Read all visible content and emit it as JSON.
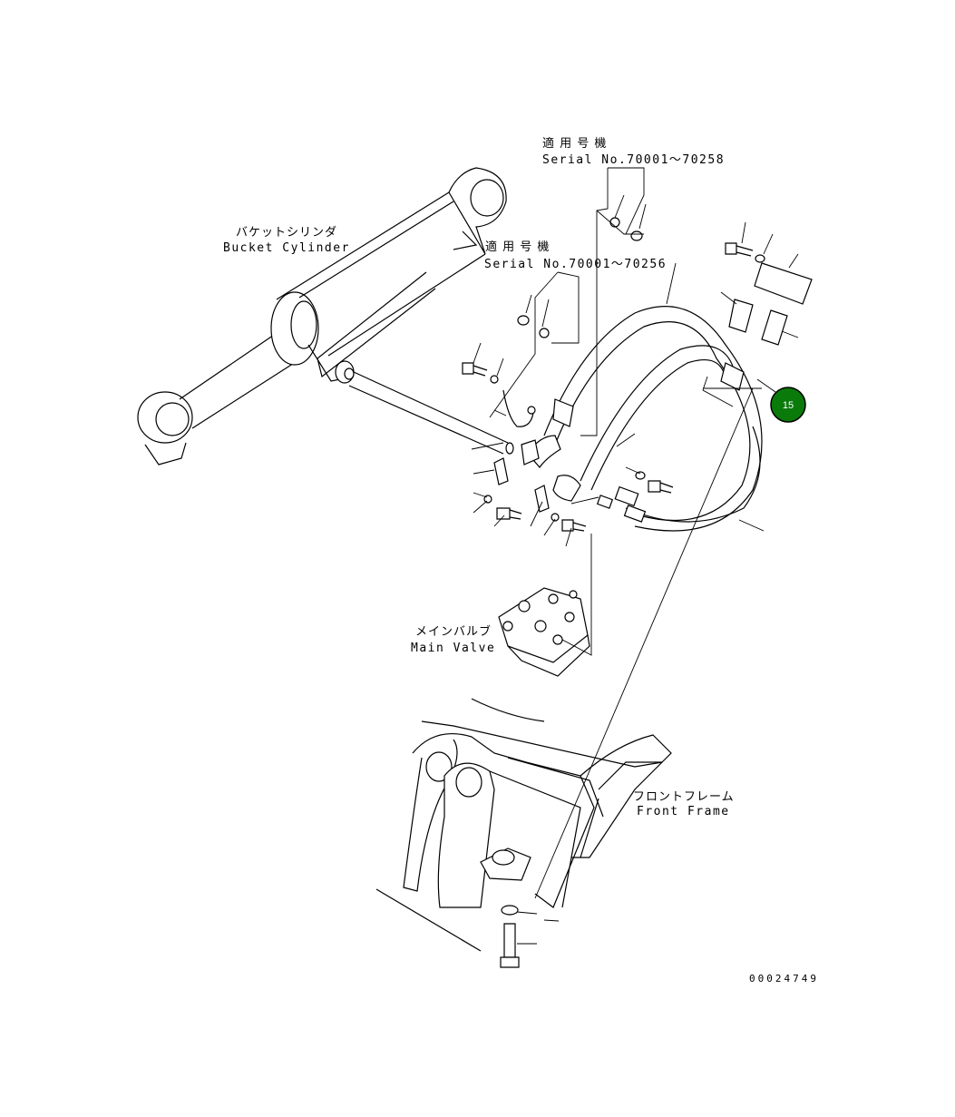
{
  "labels": {
    "serial_upper": {
      "jp": "適 用 号 機",
      "en": "Serial No.70001〜70258"
    },
    "serial_lower": {
      "jp": "適 用 号 機",
      "en": "Serial No.70001〜70256"
    },
    "bucket_cylinder": {
      "jp": "バケットシリンダ",
      "en": "Bucket Cylinder"
    },
    "main_valve": {
      "jp": "メインバルブ",
      "en": "Main Valve"
    },
    "front_frame": {
      "jp": "フロントフレーム",
      "en": "Front Frame"
    }
  },
  "callout": {
    "number": "15",
    "color": "#0a7a0a",
    "border": "#000000"
  },
  "drawing_number": "00024749"
}
